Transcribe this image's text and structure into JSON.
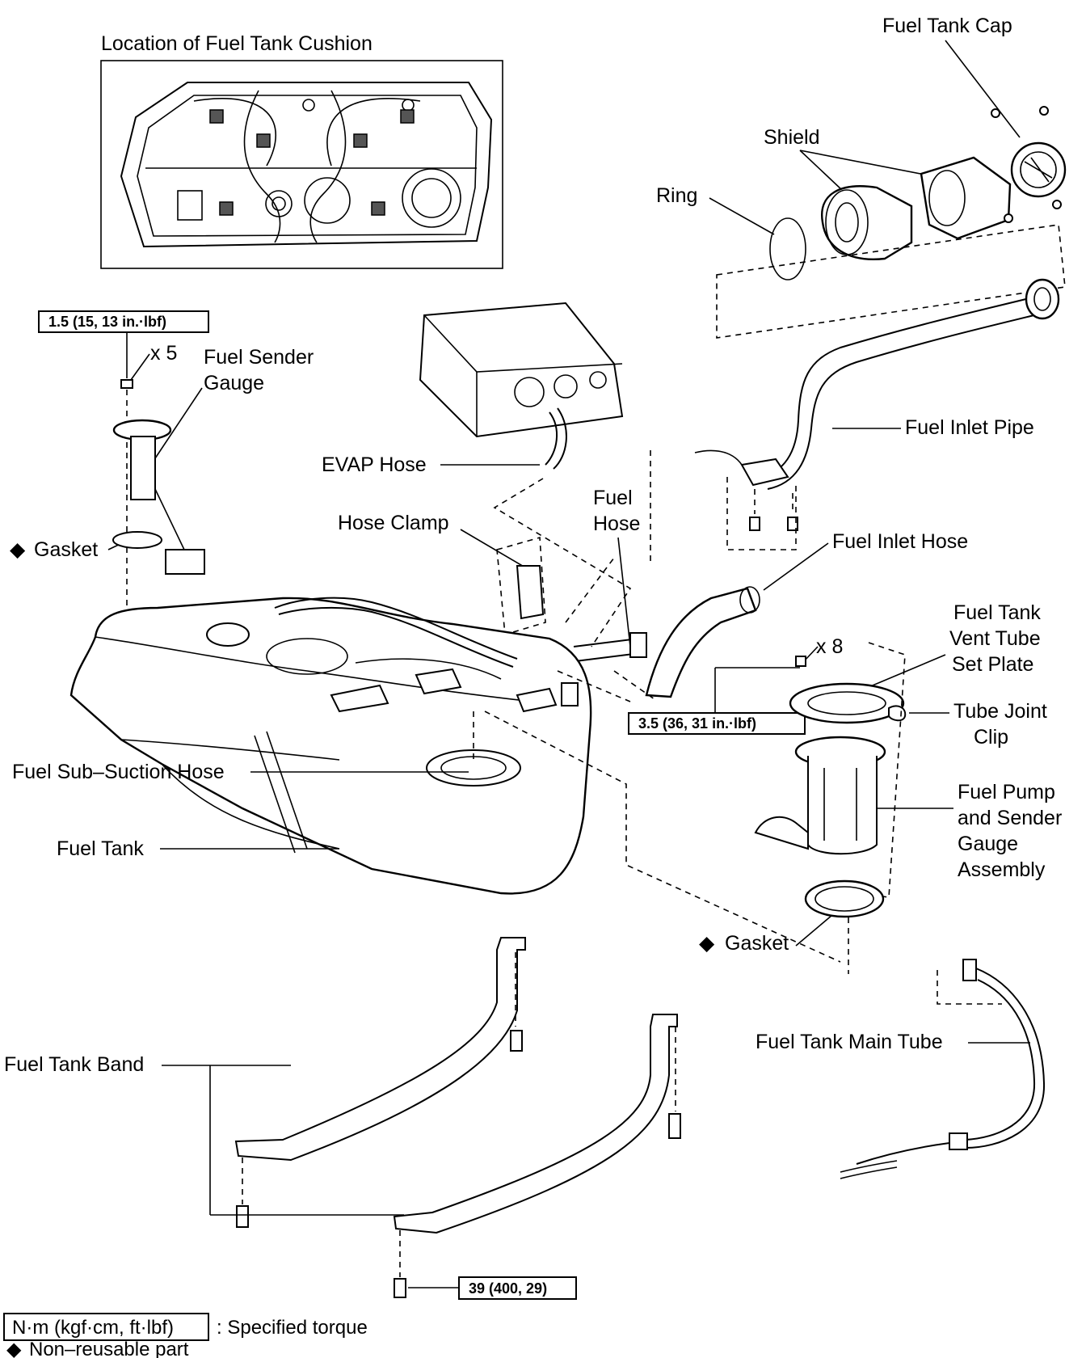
{
  "title": "Location of Fuel Tank Cushion",
  "labels": {
    "fuel_tank_cap": "Fuel Tank Cap",
    "shield": "Shield",
    "ring": "Ring",
    "fuel_sender_gauge_1": "Fuel Sender",
    "fuel_sender_gauge_2": "Gauge",
    "x5": "x 5",
    "evap_hose": "EVAP Hose",
    "fuel_inlet_pipe": "Fuel Inlet Pipe",
    "fuel_hose_1": "Fuel",
    "fuel_hose_2": "Hose",
    "hose_clamp": "Hose Clamp",
    "gasket_top": "Gasket",
    "fuel_inlet_hose": "Fuel Inlet Hose",
    "x8": "x 8",
    "vent_plate_1": "Fuel Tank",
    "vent_plate_2": "Vent Tube",
    "vent_plate_3": "Set Plate",
    "tube_joint_clip_1": "Tube Joint",
    "tube_joint_clip_2": "Clip",
    "fuel_sub_suction_hose": "Fuel Sub–Suction Hose",
    "fuel_pump_1": "Fuel Pump",
    "fuel_pump_2": "and Sender",
    "fuel_pump_3": "Gauge",
    "fuel_pump_4": "Assembly",
    "fuel_tank": "Fuel Tank",
    "gasket_bottom": "Gasket",
    "fuel_tank_main_tube": "Fuel Tank Main Tube",
    "fuel_tank_band": "Fuel Tank Band"
  },
  "torques": {
    "sender_gauge": "1.5 (15, 13 in.·lbf)",
    "pump_plate": "3.5 (36, 31 in.·lbf)",
    "tank_band": "39 (400, 29)"
  },
  "legend": {
    "torque_unit": "N·m (kgf·cm, ft·lbf)",
    "torque_desc": ": Specified torque",
    "non_reusable_mark": "◆",
    "non_reusable_desc": "Non–reusable part"
  }
}
